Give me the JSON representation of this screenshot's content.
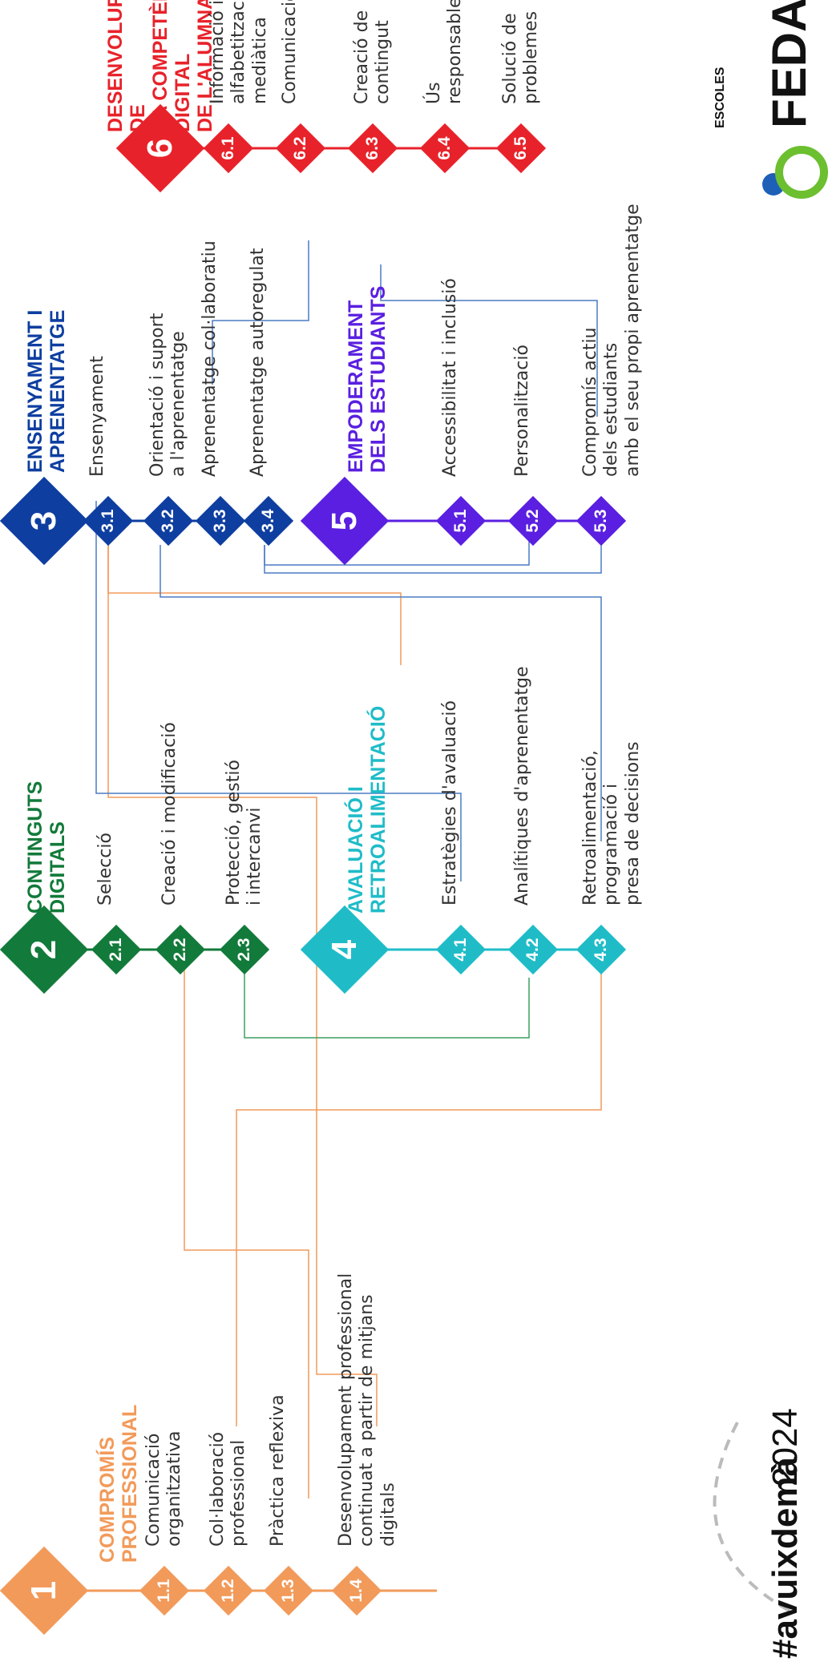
{
  "colors": {
    "area1": "#f29a5a",
    "area2": "#127a3a",
    "area3": "#0e3ea0",
    "area4": "#1fbcc8",
    "area5": "#5a1fe0",
    "area6": "#e8222a",
    "link_orange": "#f29a5a",
    "link_blue": "#4a7bc4",
    "link_green": "#3aa060"
  },
  "areas": [
    {
      "number": "1",
      "title": "COMPROMÍS\nPROFESSIONAL",
      "items": [
        {
          "code": "1.1",
          "label": "Comunicació\norganitzativa"
        },
        {
          "code": "1.2",
          "label": "Col·laboració\nprofessional"
        },
        {
          "code": "1.3",
          "label": "Pràctica reflexiva"
        },
        {
          "code": "1.4",
          "label": "Desenvolupament professional\ncontinuat a partir de mitjans\ndigitals"
        }
      ]
    },
    {
      "number": "2",
      "title": "CONTINGUTS\nDIGITALS",
      "items": [
        {
          "code": "2.1",
          "label": "Selecció"
        },
        {
          "code": "2.2",
          "label": "Creació i modificació"
        },
        {
          "code": "2.3",
          "label": "Protecció, gestió\ni intercanvi"
        }
      ]
    },
    {
      "number": "3",
      "title": "ENSENYAMENT I\nAPRENENTATGE",
      "items": [
        {
          "code": "3.1",
          "label": "Ensenyament"
        },
        {
          "code": "3.2",
          "label": "Orientació i suport\na l'aprenentatge"
        },
        {
          "code": "3.3",
          "label": "Aprenentatge col·laboratiu"
        },
        {
          "code": "3.4",
          "label": "Aprenentatge autoregulat"
        }
      ]
    },
    {
      "number": "4",
      "title": "AVALUACIÓ I\nRETROALIMENTACIÓ",
      "items": [
        {
          "code": "4.1",
          "label": "Estratègies d'avaluació"
        },
        {
          "code": "4.2",
          "label": "Analítiques d'aprenentatge"
        },
        {
          "code": "4.3",
          "label": "Retroalimentació,\nprogramació i\npresa de decisions"
        }
      ]
    },
    {
      "number": "5",
      "title": "EMPODERAMENT\nDELS ESTUDIANTS",
      "items": [
        {
          "code": "5.1",
          "label": "Accessibilitat i inclusió"
        },
        {
          "code": "5.2",
          "label": "Personalització"
        },
        {
          "code": "5.3",
          "label": "Compromís actiu\ndels estudiants\namb el seu propi aprenentatge"
        }
      ]
    },
    {
      "number": "6",
      "title": "DESENVOLUPAMENT DE\nLA COMPETÈNCIA DIGITAL\nDE L'ALUMNAT",
      "items": [
        {
          "code": "6.1",
          "label": "Informació i\nalfabetització mediàtica"
        },
        {
          "code": "6.2",
          "label": "Comunicació"
        },
        {
          "code": "6.3",
          "label": "Creació de contingut"
        },
        {
          "code": "6.4",
          "label": "Ús responsable"
        },
        {
          "code": "6.5",
          "label": "Solució de problemes"
        }
      ]
    }
  ],
  "branding": {
    "hashtag": "#avuixdemà",
    "year": "2024",
    "escoles": "ESCOLES",
    "org": "FEDAC"
  }
}
